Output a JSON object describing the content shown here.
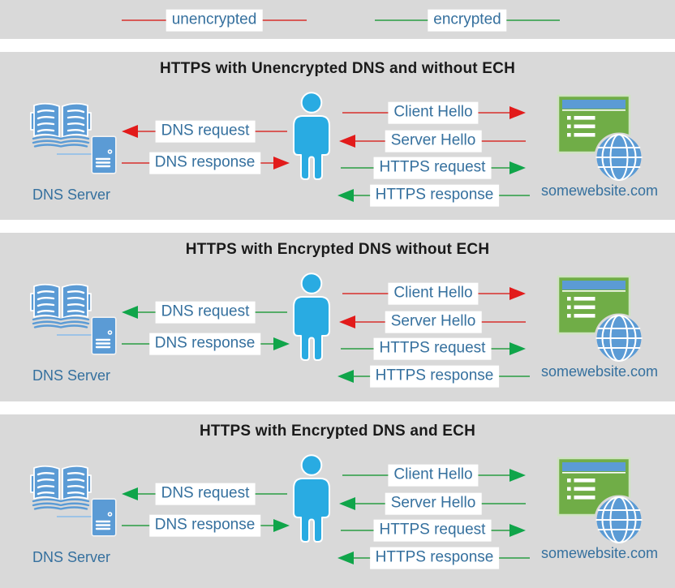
{
  "legend": {
    "items": [
      {
        "label": "unencrypted",
        "color_key": "unencrypted"
      },
      {
        "label": "encrypted",
        "color_key": "encrypted"
      }
    ]
  },
  "colors": {
    "panel-bg": "#d9d9d9",
    "unencrypted-line": "#d85a57",
    "unencrypted-head": "#e21b1b",
    "encrypted-line": "#55ac68",
    "encrypted-head": "#10a54a",
    "label-text": "#35709e",
    "title-text": "#1a1a1a",
    "icon-blue": "#5b9bd5",
    "person-blue": "#29abe2",
    "site-green": "#70ad47",
    "site-green-border": "#cfe3c2",
    "connector-blue": "#9dc3e6",
    "globe-ring": "#d9d9d9"
  },
  "icons": {
    "dns_server": "open-book-and-server",
    "user": "person-silhouette",
    "website": "browser-window-with-globe"
  },
  "panels": [
    {
      "title": "HTTPS with Unencrypted DNS and without ECH",
      "dns_server_label": "DNS Server",
      "website_label": "somewebsite.com",
      "arrows": {
        "dns_request": {
          "label": "DNS request",
          "direction": "left",
          "color": "unencrypted"
        },
        "dns_response": {
          "label": "DNS response",
          "direction": "right",
          "color": "unencrypted"
        },
        "client_hello": {
          "label": "Client Hello",
          "direction": "right",
          "color": "unencrypted"
        },
        "server_hello": {
          "label": "Server Hello",
          "direction": "left",
          "color": "unencrypted"
        },
        "https_request": {
          "label": "HTTPS request",
          "direction": "right",
          "color": "encrypted"
        },
        "https_response": {
          "label": "HTTPS response",
          "direction": "left",
          "color": "encrypted"
        }
      }
    },
    {
      "title": "HTTPS with Encrypted DNS without ECH",
      "dns_server_label": "DNS Server",
      "website_label": "somewebsite.com",
      "arrows": {
        "dns_request": {
          "label": "DNS request",
          "direction": "left",
          "color": "encrypted"
        },
        "dns_response": {
          "label": "DNS response",
          "direction": "right",
          "color": "encrypted"
        },
        "client_hello": {
          "label": "Client Hello",
          "direction": "right",
          "color": "unencrypted"
        },
        "server_hello": {
          "label": "Server Hello",
          "direction": "left",
          "color": "unencrypted"
        },
        "https_request": {
          "label": "HTTPS request",
          "direction": "right",
          "color": "encrypted"
        },
        "https_response": {
          "label": "HTTPS response",
          "direction": "left",
          "color": "encrypted"
        }
      }
    },
    {
      "title": "HTTPS with Encrypted DNS and ECH",
      "dns_server_label": "DNS Server",
      "website_label": "somewebsite.com",
      "arrows": {
        "dns_request": {
          "label": "DNS request",
          "direction": "left",
          "color": "encrypted"
        },
        "dns_response": {
          "label": "DNS response",
          "direction": "right",
          "color": "encrypted"
        },
        "client_hello": {
          "label": "Client Hello",
          "direction": "right",
          "color": "encrypted"
        },
        "server_hello": {
          "label": "Server Hello",
          "direction": "left",
          "color": "encrypted"
        },
        "https_request": {
          "label": "HTTPS request",
          "direction": "right",
          "color": "encrypted"
        },
        "https_response": {
          "label": "HTTPS response",
          "direction": "left",
          "color": "encrypted"
        }
      }
    }
  ]
}
